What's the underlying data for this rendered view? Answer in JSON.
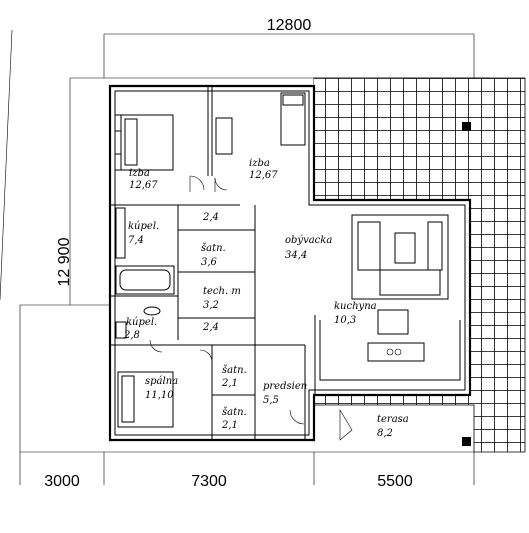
{
  "dimensions": {
    "top_width": "12800",
    "left_height": "12 900",
    "bottom_left": "3000",
    "bottom_middle": "7300",
    "bottom_right": "5500"
  },
  "rooms": {
    "bedroom_1": {
      "name": "izba",
      "area": "12,67"
    },
    "bedroom_2": {
      "name": "izba",
      "area": "12,67"
    },
    "corridor_top": {
      "area": "2,4"
    },
    "bathroom_1": {
      "name": "kúpel.",
      "area": "7,4"
    },
    "wardrobe_1": {
      "name": "šatn.",
      "area": "3,6"
    },
    "technical": {
      "name": "tech. m",
      "area": "3,2"
    },
    "living": {
      "name": "obývacka",
      "area": "34,4"
    },
    "kitchen": {
      "name": "kuchyna",
      "area": "10,3"
    },
    "bathroom_2": {
      "name": "kúpel.",
      "area": "2,8"
    },
    "corridor_bottom": {
      "area": "2,4"
    },
    "master_bedroom": {
      "name": "spálna",
      "area": "11,10"
    },
    "wardrobe_2": {
      "name": "šatn.",
      "area": "2,1"
    },
    "wardrobe_3": {
      "name": "šatn.",
      "area": "2,1"
    },
    "hallway": {
      "name": "predsien",
      "area": "5,5"
    },
    "terrace": {
      "name": "terasa",
      "area": "8,2"
    }
  }
}
